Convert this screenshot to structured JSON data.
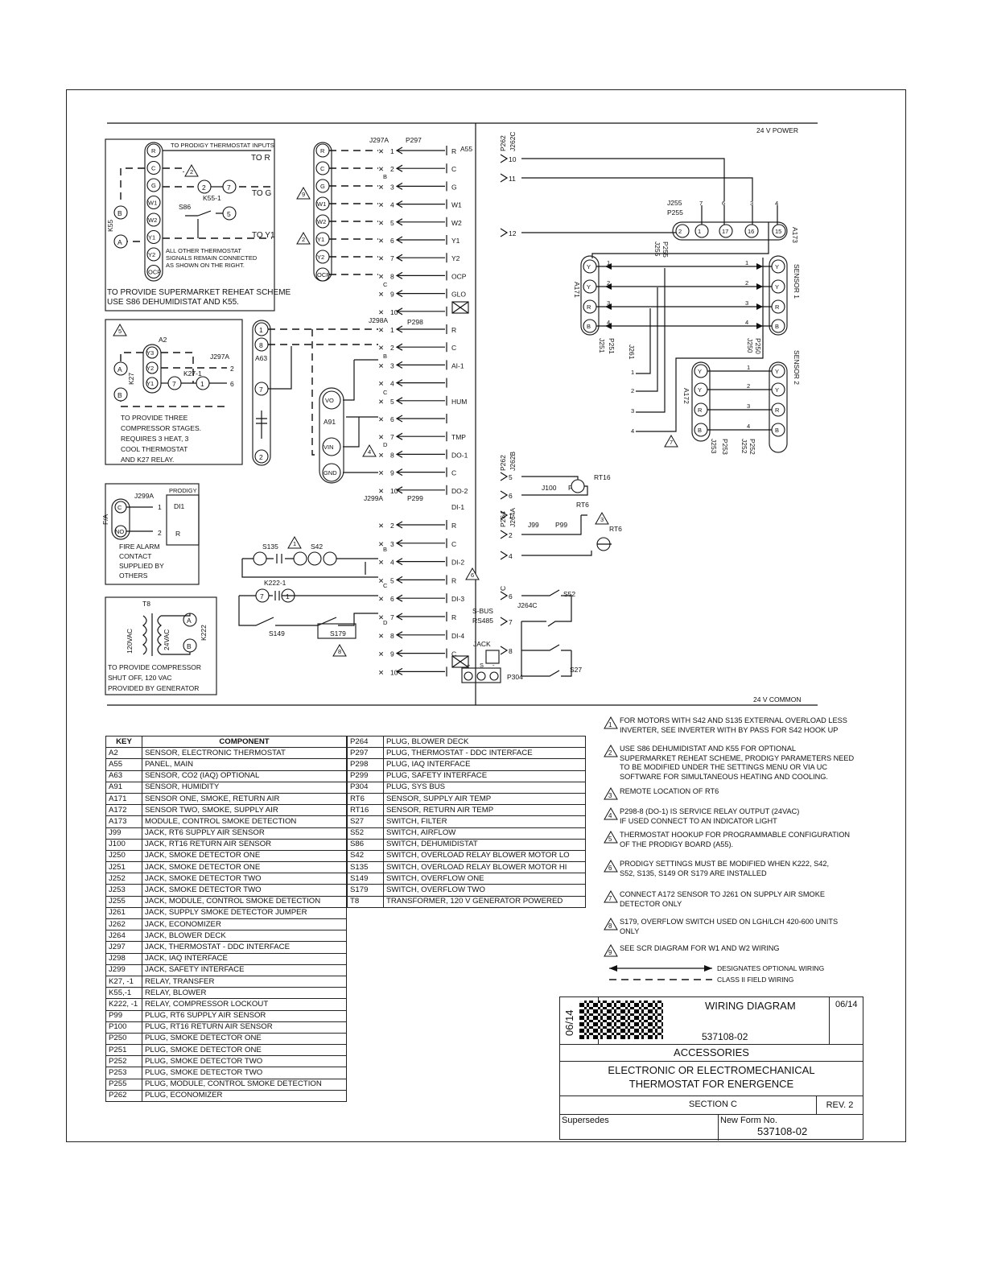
{
  "power": {
    "top": "24 V POWER",
    "bottom": "24 V COMMON"
  },
  "box1": {
    "terminals": [
      "R",
      "C",
      "G",
      "W1",
      "W2",
      "Y1",
      "Y2",
      "OCP"
    ],
    "to_inputs": "TO PRODIGY THERMOSTAT INPUTS",
    "to_r": "TO R",
    "to_g": "TO G",
    "to_y1": "TO Y1",
    "k55": "K55",
    "k55_1": "K55-1",
    "s86": "S86",
    "pin2": "2",
    "pin7": "7",
    "pin5": "5",
    "note_lines": [
      "ALL   OTHER   THERMOSTAT",
      "SIGNALS REMAIN CONNECTED",
      "AS SHOWN ON THE RIGHT."
    ],
    "caption_lines": [
      "TO PROVIDE SUPERMARKET REHEAT SCHEME",
      "USE S86 DEHUMIDISTAT AND K55."
    ],
    "coil_a": "A",
    "coil_b": "B",
    "tri": "2"
  },
  "box2": {
    "a2": "A2",
    "k27": "K27",
    "k27_1": "K27-1",
    "j297a": "J297A",
    "terms": [
      "Y3",
      "Y2",
      "Y1"
    ],
    "pins": [
      "7",
      "1",
      "6",
      "2"
    ],
    "caption_lines": [
      "TO PROVIDE THREE",
      "COMPRESSOR STAGES.",
      "REQUIRES  3  HEAT,  3",
      "COOL     THERMOSTAT",
      "AND K27 RELAY."
    ],
    "tri": "5",
    "coil_a": "A",
    "coil_b": "B"
  },
  "box3": {
    "j299a": "J299A",
    "prodigy": "PRODIGY",
    "di1": "DI1",
    "r": "R",
    "fa": "F/A",
    "c": "C",
    "no": "NO",
    "pin1": "1",
    "pin2": "2",
    "caption_lines": [
      "FIRE ALARM",
      "CONTACT",
      "SUPPLIED BY",
      "OTHERS"
    ]
  },
  "box4": {
    "t8": "T8",
    "v120": "120VAC",
    "v24": "24VAC",
    "k222": "K222",
    "a": "A",
    "b": "B",
    "caption_lines": [
      "TO  PROVIDE  COMPRESSOR",
      "SHUT    OFF,    120    VAC",
      "PROVIDED BY GENERATOR"
    ]
  },
  "main": {
    "connectors": {
      "j297a": "J297A",
      "p297": "P297",
      "j298a": "J298A",
      "p298": "P298",
      "j299a": "J299A",
      "p299": "P299",
      "a55": "A55"
    },
    "strip1_terms": [
      "R",
      "C",
      "G",
      "W1",
      "W2",
      "Y1",
      "Y2",
      "OCP"
    ],
    "p297_labels": [
      "R",
      "C",
      "G",
      "W1",
      "W2",
      "Y1",
      "Y2",
      "OCP",
      "GLO",
      ""
    ],
    "p298_labels": [
      "R",
      "C",
      "AI-1",
      "",
      "HUM",
      "",
      "TMP",
      "DO-1",
      "C",
      "DO-2"
    ],
    "p299_labels": [
      "DI-1",
      "R",
      "C",
      "DI-2",
      "R",
      "DI-3",
      "R",
      "DI-4",
      "C",
      ""
    ],
    "pin_nums": [
      "1",
      "2",
      "3",
      "4",
      "5",
      "6",
      "7",
      "8",
      "9",
      "10"
    ],
    "a63": "A63",
    "a63_pins": [
      "1",
      "8",
      "7",
      "2"
    ],
    "a91": "A91",
    "a91_pins": [
      "VO",
      "VIN",
      "GND"
    ],
    "s135": "S135",
    "s42": "S42",
    "k222_1": "K222-1",
    "k222_pins": [
      "7",
      "1"
    ],
    "s149": "S149",
    "s179": "S179",
    "tri_b": "B",
    "tri_c": "C",
    "tri_d": "D",
    "tris": [
      "9",
      "2",
      "1",
      "4",
      "6",
      "8"
    ]
  },
  "right": {
    "p262": "P262",
    "j262c": "J262C",
    "pins_top": [
      "10",
      "11",
      "12"
    ],
    "j255": "J255",
    "p255": "P255",
    "p255_rot": "P255",
    "j255_rot": "J255",
    "a173": "A173",
    "a173_pins": [
      "2",
      "1",
      "17",
      "16",
      "15"
    ],
    "j255_pins": [
      "7",
      "6",
      "3",
      "4"
    ],
    "a171": "A171",
    "sensor1": "SENSOR 1",
    "sensor2": "SENSOR 2",
    "a172": "A172",
    "yyrb": [
      "Y",
      "Y",
      "R",
      "B"
    ],
    "pins4": [
      "1",
      "2",
      "3",
      "4"
    ],
    "j251": "J251",
    "p251": "P251",
    "j250": "J250",
    "p250": "P250",
    "j261": "J261",
    "j253": "J253",
    "p253": "P253",
    "j252": "J252",
    "p252": "P252",
    "tri7": "7",
    "p262b": "P262",
    "j262b": "J262B",
    "j100": "J100",
    "p100": "P100",
    "rt16": "RT16",
    "p264": "P264",
    "j264a": "J264A",
    "j99": "J99",
    "p99": "P99",
    "rt6": "RT6",
    "rt6b": "RT6",
    "tri3": "3",
    "j264c": "J264C",
    "c": "C",
    "s52": "S52",
    "sbus": "S-BUS",
    "rs485": "RS485",
    "s27": "S27",
    "jack": "JACK",
    "p304": "P304",
    "plus": "+",
    "s": "S",
    "minus": "-",
    "pins_b": [
      "5",
      "6",
      "1",
      "2",
      "4",
      "6",
      "7",
      "8"
    ]
  },
  "legend1": {
    "headers": [
      "KEY",
      "COMPONENT"
    ],
    "rows": [
      [
        "A2",
        "SENSOR, ELECTRONIC THERMOSTAT"
      ],
      [
        "A55",
        "PANEL, MAIN"
      ],
      [
        "A63",
        "SENSOR, CO2 (IAQ) OPTIONAL"
      ],
      [
        "A91",
        "SENSOR, HUMIDITY"
      ],
      [
        "A171",
        "SENSOR ONE, SMOKE, RETURN AIR"
      ],
      [
        "A172",
        "SENSOR TWO, SMOKE, SUPPLY AIR"
      ],
      [
        "A173",
        "MODULE, CONTROL SMOKE DETECTION"
      ],
      [
        "J99",
        "JACK, RT6 SUPPLY AIR SENSOR"
      ],
      [
        "J100",
        "JACK, RT16 RETURN AIR SENSOR"
      ],
      [
        "J250",
        "JACK, SMOKE DETECTOR ONE"
      ],
      [
        "J251",
        "JACK, SMOKE DETECTOR ONE"
      ],
      [
        "J252",
        "JACK, SMOKE DETECTOR TWO"
      ],
      [
        "J253",
        "JACK, SMOKE DETECTOR TWO"
      ],
      [
        "J255",
        "JACK,  MODULE, CONTROL SMOKE DETECTION"
      ],
      [
        "J261",
        "JACK, SUPPLY SMOKE DETECTOR JUMPER"
      ],
      [
        "J262",
        "JACK, ECONOMIZER"
      ],
      [
        "J264",
        "JACK, BLOWER DECK"
      ],
      [
        "J297",
        "JACK, THERMOSTAT - DDC INTERFACE"
      ],
      [
        "J298",
        "JACK, IAQ INTERFACE"
      ],
      [
        "J299",
        "JACK, SAFETY INTERFACE"
      ],
      [
        "K27, -1",
        "RELAY, TRANSFER"
      ],
      [
        "K55,-1",
        "RELAY, BLOWER"
      ],
      [
        "K222, -1",
        "RELAY, COMPRESSOR LOCKOUT"
      ],
      [
        "P99",
        "PLUG, RT6 SUPPLY AIR SENSOR"
      ],
      [
        "P100",
        "PLUG, RT16 RETURN AIR SENSOR"
      ],
      [
        "P250",
        "PLUG, SMOKE DETECTOR ONE"
      ],
      [
        "P251",
        "PLUG, SMOKE DETECTOR ONE"
      ],
      [
        "P252",
        "PLUG, SMOKE DETECTOR TWO"
      ],
      [
        "P253",
        "PLUG, SMOKE DETECTOR TWO"
      ],
      [
        "P255",
        "PLUG,  MODULE, CONTROL SMOKE DETECTION"
      ],
      [
        "P262",
        "PLUG, ECONOMIZER"
      ]
    ]
  },
  "legend2": {
    "rows": [
      [
        "P264",
        "PLUG, BLOWER DECK"
      ],
      [
        "P297",
        "PLUG, THERMOSTAT - DDC INTERFACE"
      ],
      [
        "P298",
        "PLUG, IAQ INTERFACE"
      ],
      [
        "P299",
        "PLUG, SAFETY INTERFACE"
      ],
      [
        "P304",
        "PLUG, SYS BUS"
      ],
      [
        "RT6",
        "SENSOR, SUPPLY AIR TEMP"
      ],
      [
        "RT16",
        "SENSOR, RETURN AIR TEMP"
      ],
      [
        "S27",
        "SWITCH, FILTER"
      ],
      [
        "S52",
        "SWITCH, AIRFLOW"
      ],
      [
        "S86",
        "SWITCH, DEHUMIDISTAT"
      ],
      [
        "S42",
        "SWITCH, OVERLOAD RELAY BLOWER MOTOR LO"
      ],
      [
        "S135",
        "SWITCH, OVERLOAD RELAY BLOWER MOTOR HI"
      ],
      [
        "S149",
        "SWITCH, OVERFLOW ONE"
      ],
      [
        "S179",
        "SWITCH, OVERFLOW TWO"
      ],
      [
        "T8",
        "TRANSFORMER, 120 V GENERATOR POWERED"
      ]
    ]
  },
  "notes": [
    {
      "n": "1",
      "lines": [
        "FOR MOTORS  WITH S42 AND S135 EXTERNAL OVERLOAD LESS",
        "INVERTER, SEE INVERTER WITH BY PASS FOR S42 HOOK UP"
      ]
    },
    {
      "n": "2",
      "lines": [
        "USE S86 DEHUMIDISTAT AND K55 FOR OPTIONAL",
        "SUPERMARKET REHEAT SCHEME, PRODIGY PARAMETERS NEED",
        "TO BE  MODIFIED UNDER THE SETTINGS MENU OR VIA UC",
        "SOFTWARE FOR SIMULTANEOUS HEATING AND COOLING."
      ]
    },
    {
      "n": "3",
      "lines": [
        "REMOTE LOCATION OF RT6"
      ]
    },
    {
      "n": "4",
      "lines": [
        "P298-8 (DO-1) IS SERVICE RELAY OUTPUT (24VAC)",
        "IF USED CONNECT TO AN INDICATOR LIGHT"
      ]
    },
    {
      "n": "5",
      "lines": [
        "THERMOSTAT HOOKUP FOR PROGRAMMABLE CONFIGURATION",
        "OF THE PRODIGY BOARD (A55)."
      ]
    },
    {
      "n": "6",
      "lines": [
        "PRODIGY SETTINGS MUST BE MODIFIED WHEN K222, S42,",
        "S52, S135, S149 OR S179 ARE INSTALLED"
      ]
    },
    {
      "n": "7",
      "lines": [
        "CONNECT A172 SENSOR TO J261 ON SUPPLY AIR SMOKE",
        "DETECTOR ONLY"
      ]
    },
    {
      "n": "8",
      "lines": [
        "S179, OVERFLOW SWITCH USED ON LGH/LCH 420-600 UNITS",
        "ONLY"
      ]
    },
    {
      "n": "9",
      "lines": [
        "SEE SCR DIAGRAM FOR W1 AND W2 WIRING"
      ]
    }
  ],
  "wiring_legend": {
    "optional": "DESIGNATES OPTIONAL WIRING",
    "field": "CLASS II FIELD WIRING"
  },
  "title_block": {
    "rotated_date": "06/14",
    "title": "WIRING DIAGRAM",
    "date": "06/14",
    "number": "537108-02",
    "category": "ACCESSORIES",
    "desc_lines": [
      "ELECTRONIC OR ELECTROMECHANICAL",
      "THERMOSTAT FOR ENERGENCE"
    ],
    "section": "SECTION C",
    "rev": "REV. 2",
    "supersedes": "Supersedes",
    "new_form_label": "New Form No.",
    "new_form": "537108-02"
  }
}
